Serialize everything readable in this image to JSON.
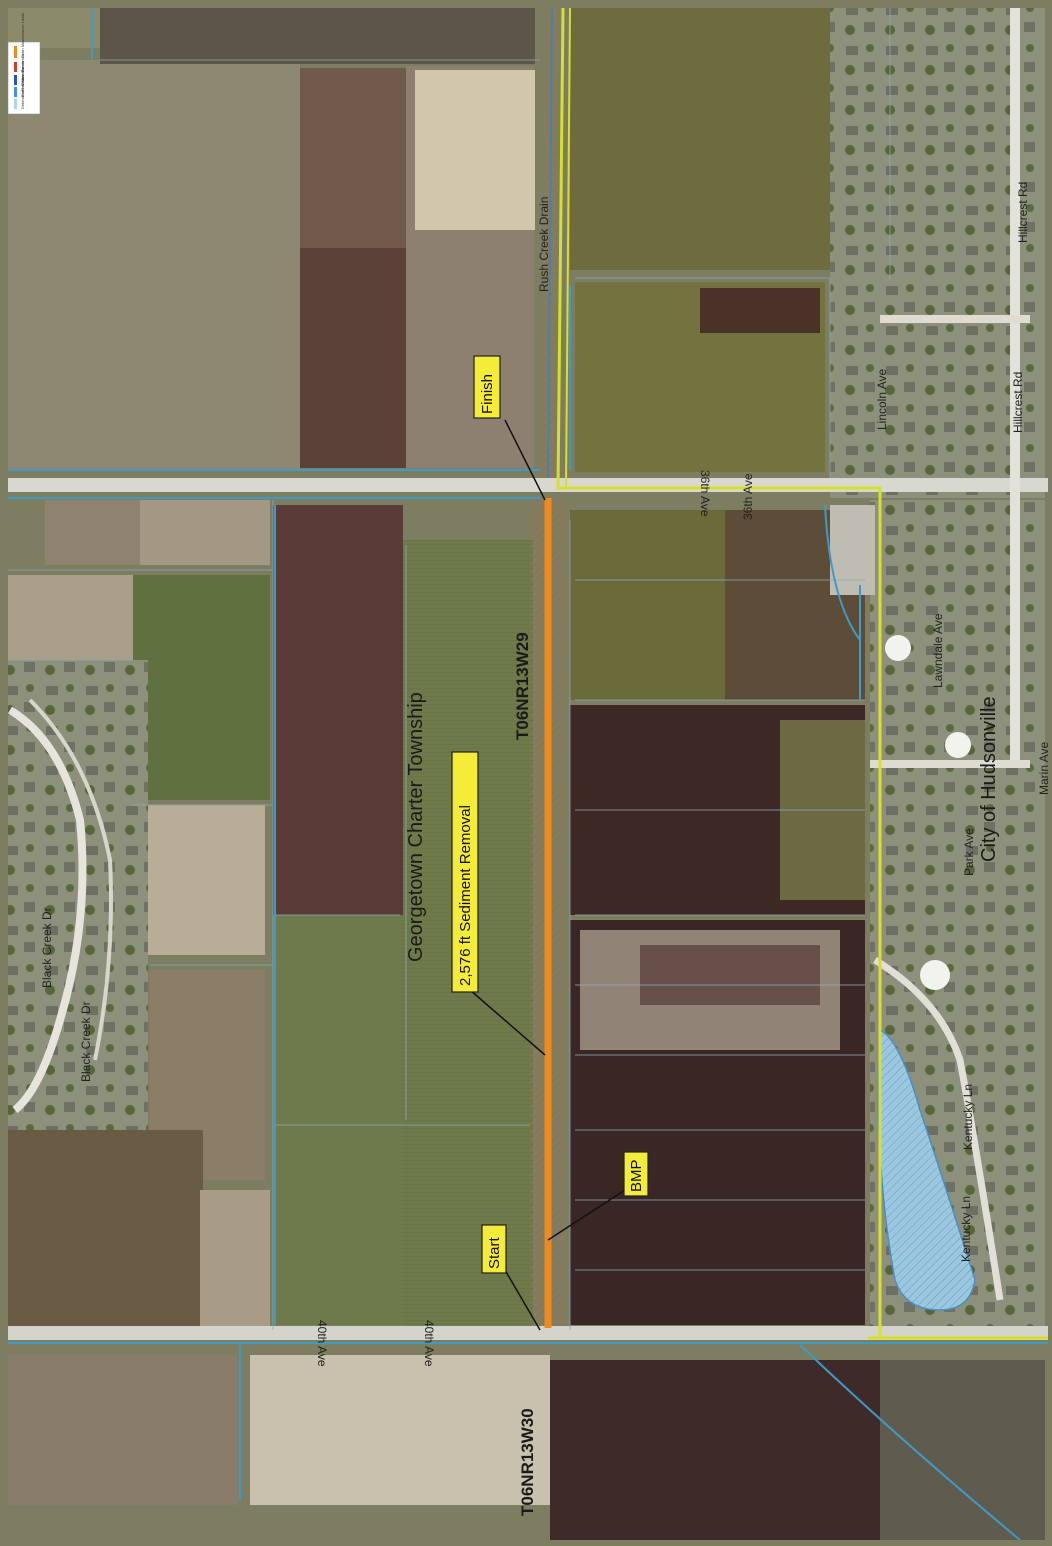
{
  "legend": {
    "items": [
      {
        "label": "Drain Maintenance Limits",
        "color": "#f08a1c",
        "kind": "line"
      },
      {
        "label": "Easement",
        "color": "#d63a2a",
        "kind": "hatch"
      },
      {
        "label": "Drain",
        "color": "#2a55b8",
        "kind": "line"
      },
      {
        "label": "River & Streams",
        "color": "#4a8fd8",
        "kind": "line"
      },
      {
        "label": "Detention/Retention Ponds",
        "color": "#a8d4ef",
        "kind": "fill"
      }
    ]
  },
  "callouts": {
    "finish": "Finish",
    "start": "Start",
    "bmp": "BMP",
    "sediment": "2,576  ft Sediment Removal"
  },
  "labels": {
    "township": "Georgetown Charter Township",
    "city": "City of Hudsonville",
    "section_east": "T06NR13W29",
    "section_west": "T06NR13W30"
  },
  "roads": {
    "ave36_a": "36th Ave",
    "ave36_b": "36th Ave",
    "ave40_a": "40th Ave",
    "ave40_b": "40th Ave",
    "rush_creek": "Rush Creek Drain",
    "hillcrest_a": "Hillcrest Rd",
    "hillcrest_b": "Hillcrest Rd",
    "lincoln": "Lincoln Ave",
    "lawndale": "Lawndale Ave",
    "marin": "Marin Ave",
    "park": "Park Ave",
    "kentucky": "Kentucky Ln",
    "kentucky_b": "Kentucky Ln",
    "black_creek": "Black Creek Dr",
    "black_creek_b": "Black Creek Dr"
  },
  "colors": {
    "maintenance": "#f08a1c",
    "boundary": "#d8e02a",
    "drain": "#3b8fc4",
    "callout_fill": "#f5ec3a"
  }
}
